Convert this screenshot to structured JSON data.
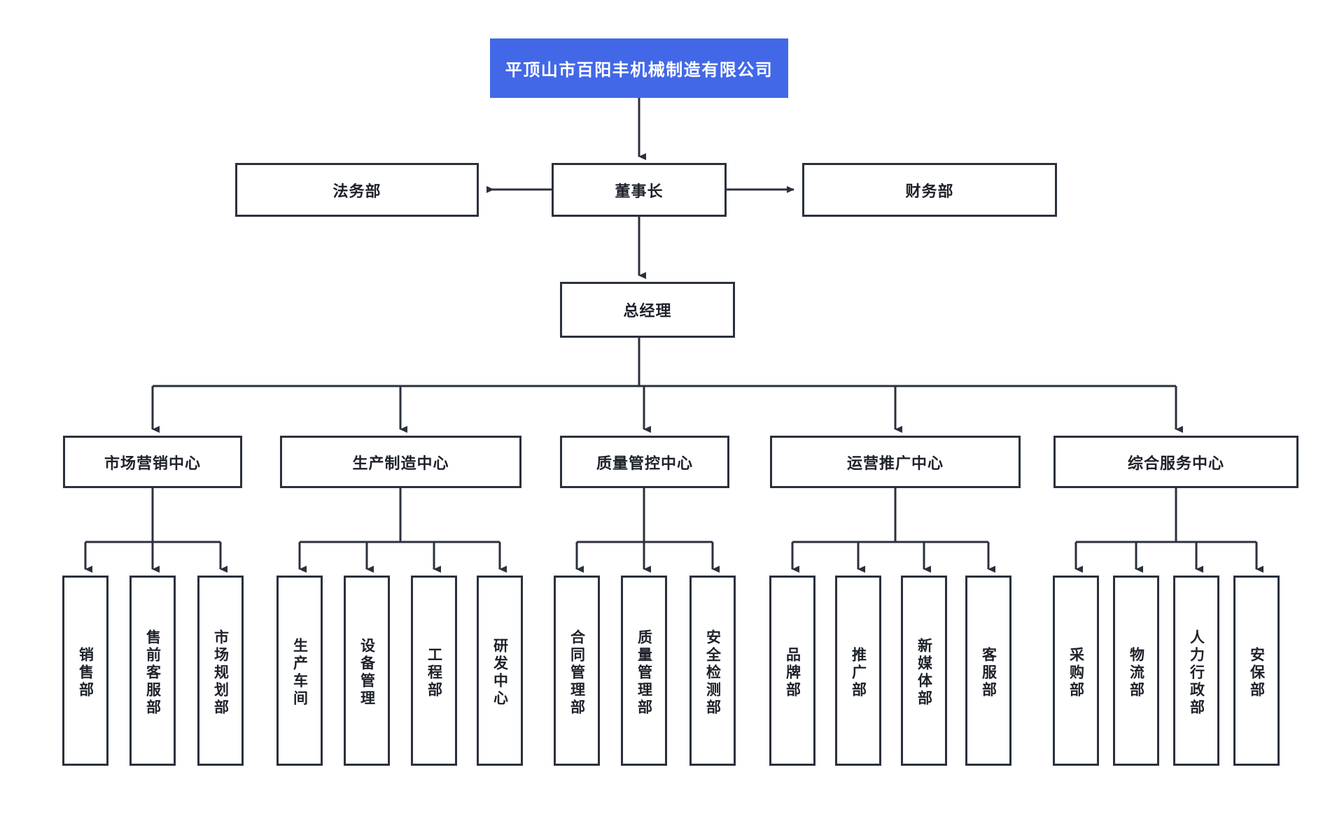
{
  "diagram": {
    "type": "organization-chart",
    "title": "平顶山市百阳丰机械制造有限公司",
    "accent_color": "#4268e8",
    "line_color": "#2b313c",
    "background": "#ffffff"
  },
  "root": {
    "label": "平顶山市百阳丰机械制造有限公司"
  },
  "level2": {
    "left": {
      "label": "法务部"
    },
    "center": {
      "label": "董事长"
    },
    "right": {
      "label": "财务部"
    }
  },
  "level3": {
    "general_manager": {
      "label": "总经理"
    }
  },
  "centers": [
    {
      "label": "市场营销中心",
      "departments": [
        {
          "label": "销售部"
        },
        {
          "label": "售前客服部"
        },
        {
          "label": "市场规划部"
        }
      ]
    },
    {
      "label": "生产制造中心",
      "departments": [
        {
          "label": "生产车间"
        },
        {
          "label": "设备管理"
        },
        {
          "label": "工程部"
        },
        {
          "label": "研发中心"
        }
      ]
    },
    {
      "label": "质量管控中心",
      "departments": [
        {
          "label": "合同管理部"
        },
        {
          "label": "质量管理部"
        },
        {
          "label": "安全检测部"
        }
      ]
    },
    {
      "label": "运营推广中心",
      "departments": [
        {
          "label": "品牌部"
        },
        {
          "label": "推广部"
        },
        {
          "label": "新媒体部"
        },
        {
          "label": "客服部"
        }
      ]
    },
    {
      "label": "综合服务中心",
      "departments": [
        {
          "label": "采购部"
        },
        {
          "label": "物流部"
        },
        {
          "label": "人力行政部"
        },
        {
          "label": "安保部"
        }
      ]
    }
  ]
}
